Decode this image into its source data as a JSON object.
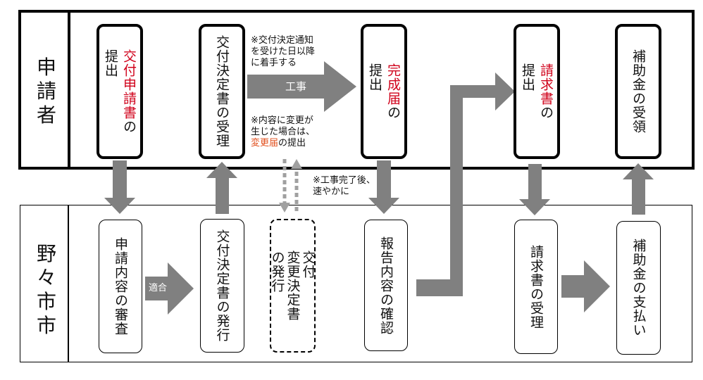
{
  "lanes": {
    "applicant": {
      "label": [
        "申",
        "請",
        "者"
      ]
    },
    "city": {
      "label": [
        "野",
        "々",
        "市",
        "市"
      ]
    }
  },
  "steps": {
    "apply": {
      "hl": "交付申請書",
      "rest": "の\n提出"
    },
    "grant_receive": {
      "text": "交付決定書の受理"
    },
    "complete": {
      "hl": "完成届",
      "rest": "の\n提出"
    },
    "request": {
      "hl": "請求書",
      "rest": "の\n提出"
    },
    "subsidy_receive": {
      "text": "補助金の受領"
    },
    "review": {
      "text": "申請内容の審査"
    },
    "grant_issue": {
      "text": "交付決定書の発行"
    },
    "change_issue": {
      "text": "交付\n変更決定書\nの発行"
    },
    "report_check": {
      "text": "報告内容の確認"
    },
    "request_receive": {
      "text": "請求書の受理"
    },
    "payment": {
      "text": "補助金の支払い"
    }
  },
  "notes": {
    "start": [
      "※交付決定通知",
      "を受けた日以降",
      "に着手する"
    ],
    "change": {
      "lines": [
        "※内容に変更が",
        "生じた場合は、"
      ],
      "hl": "変更届",
      "tail": "の提出"
    },
    "after": [
      "※工事完了後、",
      "速やかに"
    ]
  },
  "arrows": {
    "work": "工事",
    "approve": "適合"
  },
  "colors": {
    "highlight_red": "#d0021b",
    "highlight_orange": "#e2501e",
    "arrow_gray": "#808080"
  }
}
